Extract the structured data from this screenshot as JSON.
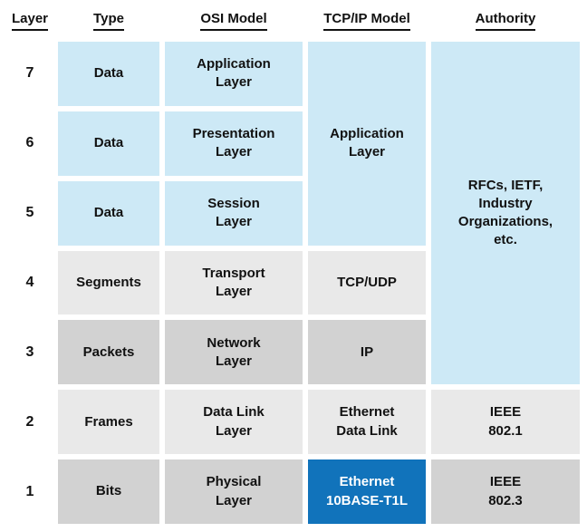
{
  "headers": [
    "Layer",
    "Type",
    "OSI Model",
    "TCP/IP Model",
    "Authority"
  ],
  "layers": [
    {
      "number": "7",
      "type": "Data",
      "osi": "Application\nLayer"
    },
    {
      "number": "6",
      "type": "Data",
      "osi": "Presentation\nLayer"
    },
    {
      "number": "5",
      "type": "Data",
      "osi": "Session\nLayer"
    },
    {
      "number": "4",
      "type": "Segments",
      "osi": "Transport\nLayer"
    },
    {
      "number": "3",
      "type": "Packets",
      "osi": "Network\nLayer"
    },
    {
      "number": "2",
      "type": "Frames",
      "osi": "Data Link\nLayer"
    },
    {
      "number": "1",
      "type": "Bits",
      "osi": "Physical\nLayer"
    }
  ],
  "tcpip": {
    "application": "Application\nLayer",
    "transport": "TCP/UDP",
    "network": "IP",
    "datalink": "Ethernet\nData Link",
    "physical": "Ethernet\n10BASE-T1L"
  },
  "authority": {
    "upper": "RFCs, IETF,\nIndustry\nOrganizations,\netc.",
    "datalink": "IEEE\n802.1",
    "physical": "IEEE\n802.3"
  },
  "colors": {
    "light_blue": "#cde9f6",
    "light_gray": "#e9e9e9",
    "medium_gray": "#d2d2d2",
    "highlight_blue": "#1173bb",
    "highlight_text": "#ffffff"
  }
}
